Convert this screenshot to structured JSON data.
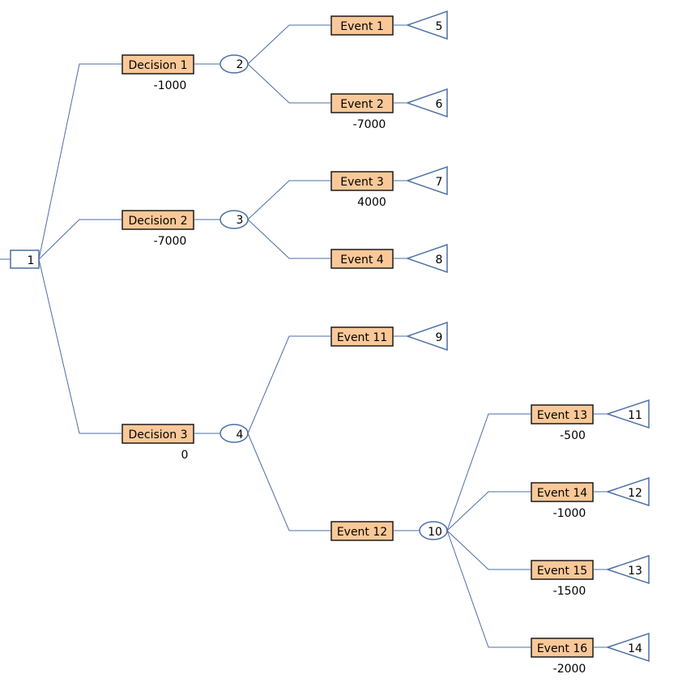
{
  "colors": {
    "line": "#4a6fa5",
    "label_fill": "#fac898",
    "label_border": "#1a1a1a",
    "text": "#000000"
  },
  "root": {
    "id": "1"
  },
  "decisions": [
    {
      "label": "Decision 1",
      "value": "-1000",
      "chance_node": "2"
    },
    {
      "label": "Decision 2",
      "value": "-7000",
      "chance_node": "3"
    },
    {
      "label": "Decision 3",
      "value": "0",
      "chance_node": "4"
    }
  ],
  "events": [
    {
      "label": "Event 1",
      "value": "",
      "terminal": "5"
    },
    {
      "label": "Event 2",
      "value": "-7000",
      "terminal": "6"
    },
    {
      "label": "Event 3",
      "value": "4000",
      "terminal": "7"
    },
    {
      "label": "Event 4",
      "value": "",
      "terminal": "8"
    },
    {
      "label": "Event 11",
      "value": "",
      "terminal": "9"
    },
    {
      "label": "Event 12",
      "value": "",
      "chance_node": "10"
    },
    {
      "label": "Event 13",
      "value": "-500",
      "terminal": "11"
    },
    {
      "label": "Event 14",
      "value": "-1000",
      "terminal": "12"
    },
    {
      "label": "Event 15",
      "value": "-1500",
      "terminal": "13"
    },
    {
      "label": "Event 16",
      "value": "-2000",
      "terminal": "14"
    }
  ]
}
